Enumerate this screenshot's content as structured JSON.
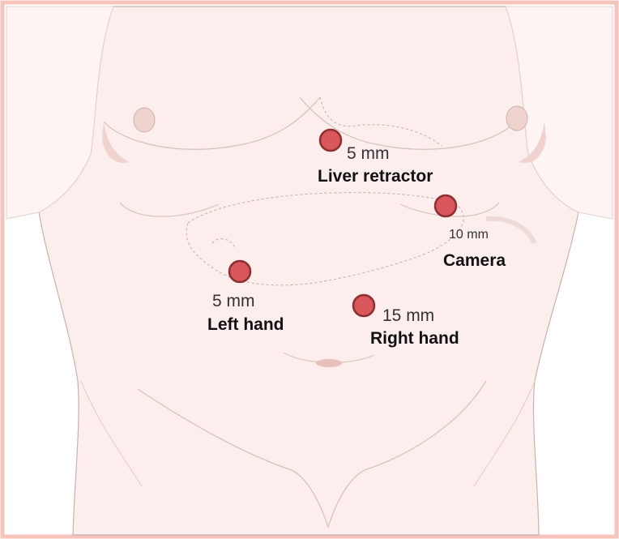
{
  "colors": {
    "frame": "#f7c4bb",
    "skin": "#fbeeec",
    "skin_line": "#c9b2ad",
    "port_fill": "#d9575a",
    "port_stroke": "#8e2f31"
  },
  "ports": [
    {
      "size": "5 mm",
      "name": "Liver retractor"
    },
    {
      "size": "10 mm",
      "name": "Camera"
    },
    {
      "size": "5 mm",
      "name": "Left hand"
    },
    {
      "size": "15 mm",
      "name": "Right hand"
    }
  ]
}
